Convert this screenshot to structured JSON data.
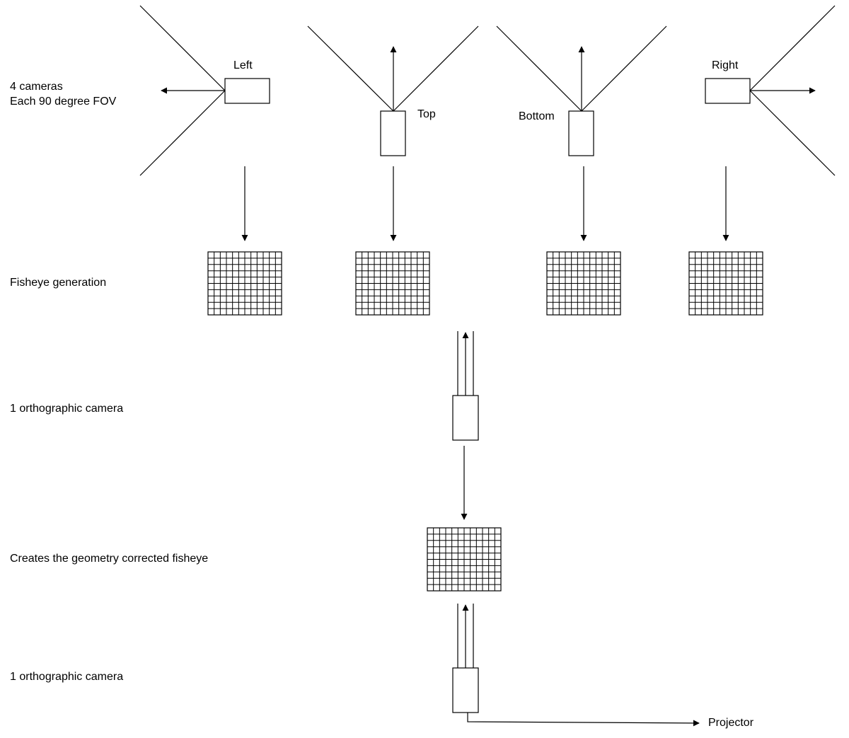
{
  "row_labels": {
    "cameras_line1": "4 cameras",
    "cameras_line2": "Each 90 degree FOV",
    "fisheye_generation": "Fisheye generation",
    "ortho_camera_1": "1 orthographic camera",
    "geometry_corrected": "Creates the geometry corrected fisheye",
    "ortho_camera_2": "1 orthographic camera"
  },
  "camera_labels": {
    "left": "Left",
    "top": "Top",
    "bottom": "Bottom",
    "right": "Right"
  },
  "output_label": "Projector",
  "grid": {
    "columns": 12,
    "rows": 10
  },
  "colors": {
    "stroke": "#000000",
    "background": "#ffffff"
  }
}
